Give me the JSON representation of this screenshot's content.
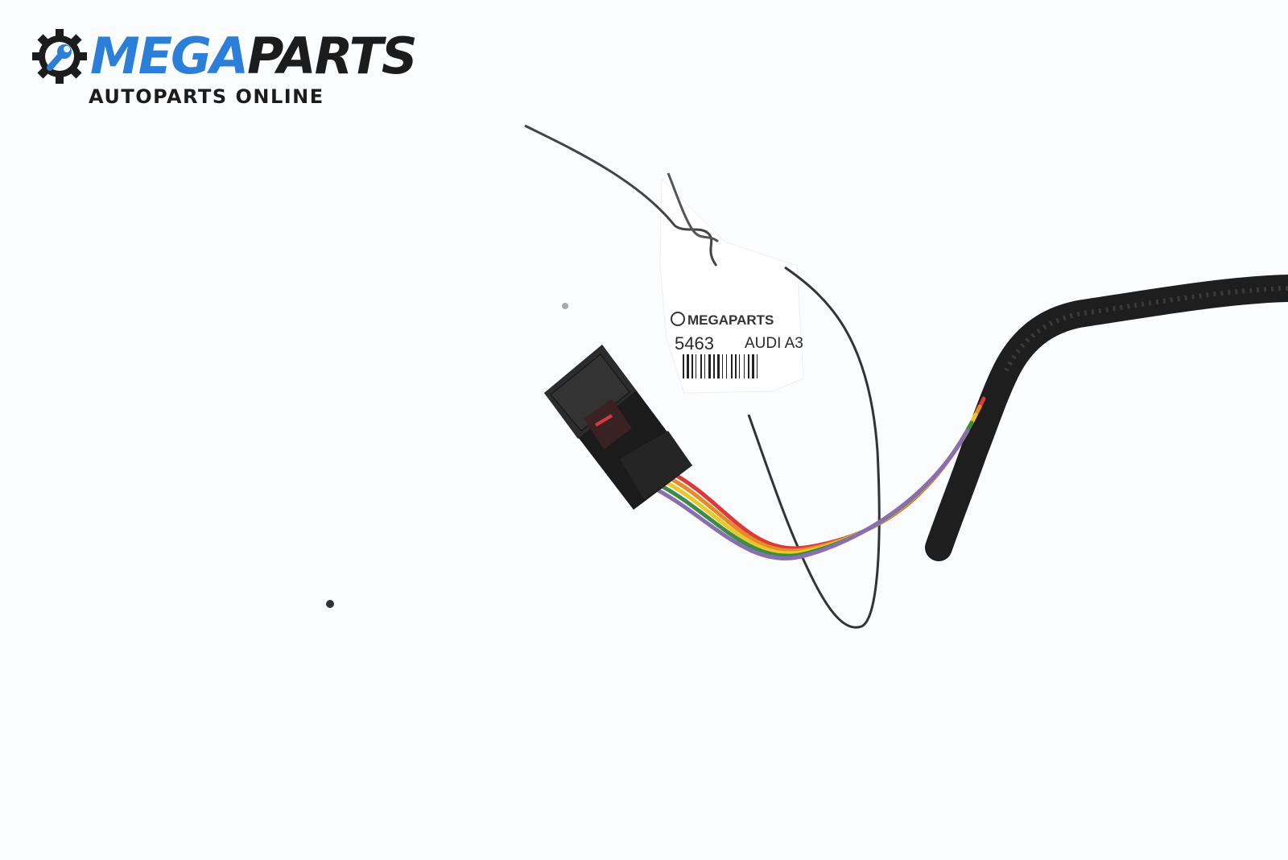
{
  "logo": {
    "brand_left": "MEGA",
    "brand_right": "PARTS",
    "tagline": "AUTOPARTS ONLINE",
    "brand_color": "#2b7fd8",
    "dark_color": "#1c1c1c"
  },
  "tag": {
    "brand": "MEGAPARTS",
    "number": "5463",
    "model": "AUDI A3"
  },
  "wire_colors": [
    "#d93a3a",
    "#e8892c",
    "#e8c92a",
    "#3d8a4a",
    "#8a6fb0"
  ]
}
